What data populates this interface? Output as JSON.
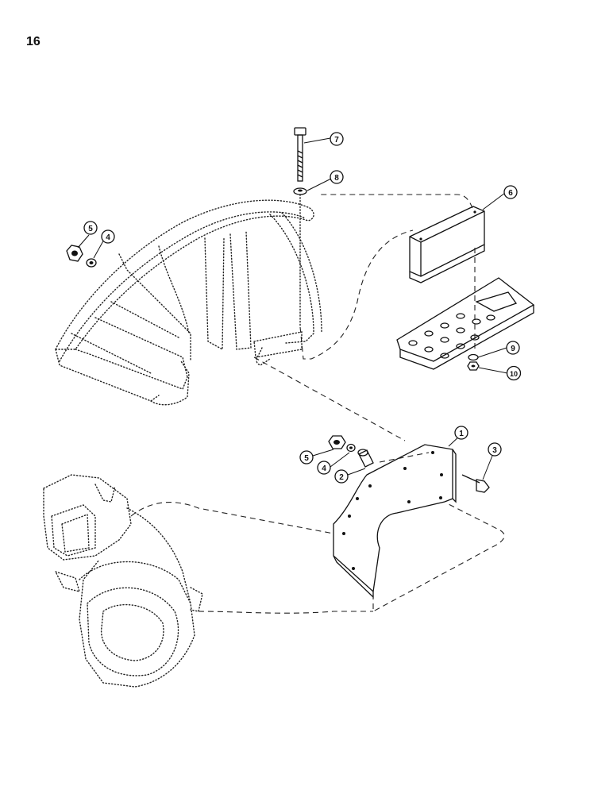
{
  "page": {
    "number": "16"
  },
  "callouts": [
    {
      "id": "callout-1",
      "label": "1"
    },
    {
      "id": "callout-2",
      "label": "2"
    },
    {
      "id": "callout-3",
      "label": "3"
    },
    {
      "id": "callout-4-upper",
      "label": "4"
    },
    {
      "id": "callout-4-lower",
      "label": "4"
    },
    {
      "id": "callout-5-upper",
      "label": "5"
    },
    {
      "id": "callout-5-lower",
      "label": "5"
    },
    {
      "id": "callout-6",
      "label": "6"
    },
    {
      "id": "callout-7",
      "label": "7"
    },
    {
      "id": "callout-8",
      "label": "8"
    },
    {
      "id": "callout-9",
      "label": "9"
    },
    {
      "id": "callout-10",
      "label": "10"
    }
  ]
}
